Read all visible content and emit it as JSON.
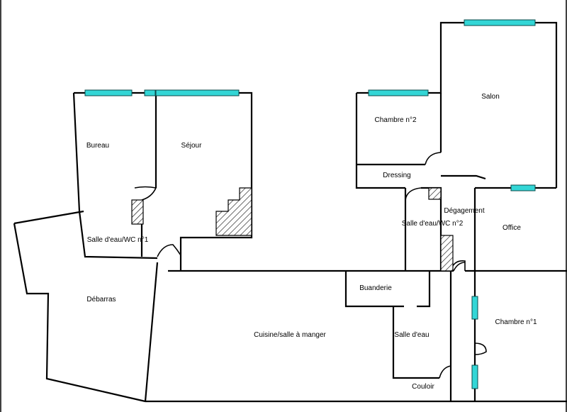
{
  "rooms": {
    "bureau": "Bureau",
    "sejour": "Séjour",
    "chambre2": "Chambre n°2",
    "salon": "Salon",
    "dressing": "Dressing",
    "degagement": "Dégagement",
    "sde_wc2": "Salle d'eau/WC n°2",
    "office": "Office",
    "sde_wc1": "Salle d'eau/WC n°1",
    "debarras": "Débarras",
    "buanderie": "Buanderie",
    "cuisine": "Cuisine/salle à manger",
    "salle_eau": "Salle d'eau",
    "chambre1": "Chambre n°1",
    "couloir": "Couloir"
  },
  "colors": {
    "window": "#33d6d6",
    "wall": "#000000"
  }
}
